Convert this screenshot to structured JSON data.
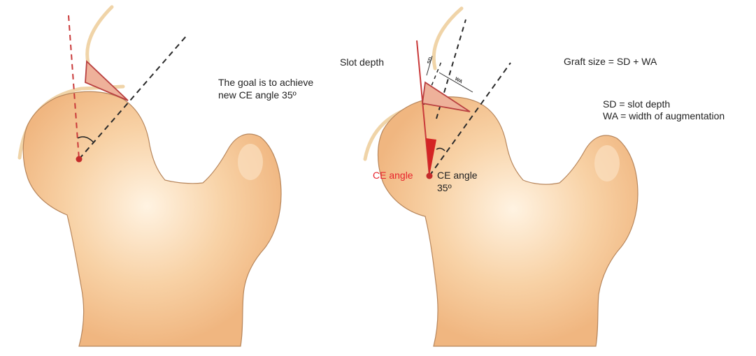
{
  "colors": {
    "bone_fill": "#f4c392",
    "bone_highlight": "#fff0dd",
    "bone_outline": "#b7865c",
    "labrum": "#f0d4a8",
    "red_line": "#c93a3a",
    "wedge_fill": "#eeb19a",
    "wedge_stroke": "#b94040",
    "dash_line": "#2a2a2a",
    "red_text": "#e8242c"
  },
  "left_panel": {
    "goal_line1": "The goal is to achieve",
    "goal_line2": "new CE angle 35º"
  },
  "right_panel": {
    "slot_depth": "Slot depth",
    "graft_size": "Graft size = SD + WA",
    "sd_def": "SD = slot depth",
    "wa_def": "WA = width of augmentation",
    "ce_angle_red": "CE angle",
    "ce_angle_black_line1": "CE angle",
    "ce_angle_black_line2": "35º",
    "tiny_sd": "SD",
    "tiny_wa": "WA"
  }
}
